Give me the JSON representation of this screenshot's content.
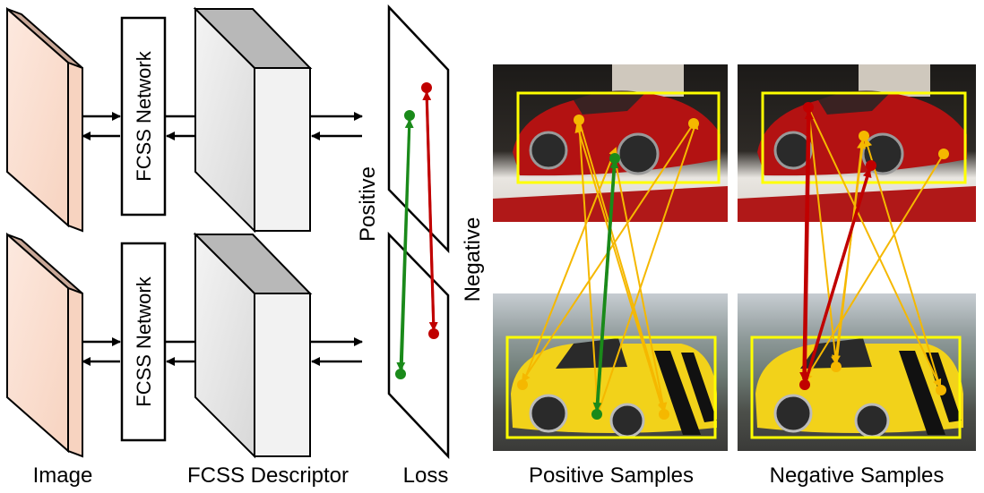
{
  "labels": {
    "image": "Image",
    "network": "FCSS Network",
    "descriptor": "FCSS Descriptor",
    "loss": "Loss",
    "positive": "Positive",
    "negative": "Negative",
    "positive_samples": "Positive Samples",
    "negative_samples": "Negative Samples"
  },
  "colors": {
    "image_face": "#fbe3d6",
    "image_side": "#c9a898",
    "descriptor_front": "#e4e4e4",
    "descriptor_side": "#f0f0f0",
    "descriptor_top": "#b8b8b8",
    "positive_match": "#1a8a1a",
    "negative_match": "#c00000",
    "candidate": "#f5b800",
    "bounding_box": "#ffff00"
  }
}
